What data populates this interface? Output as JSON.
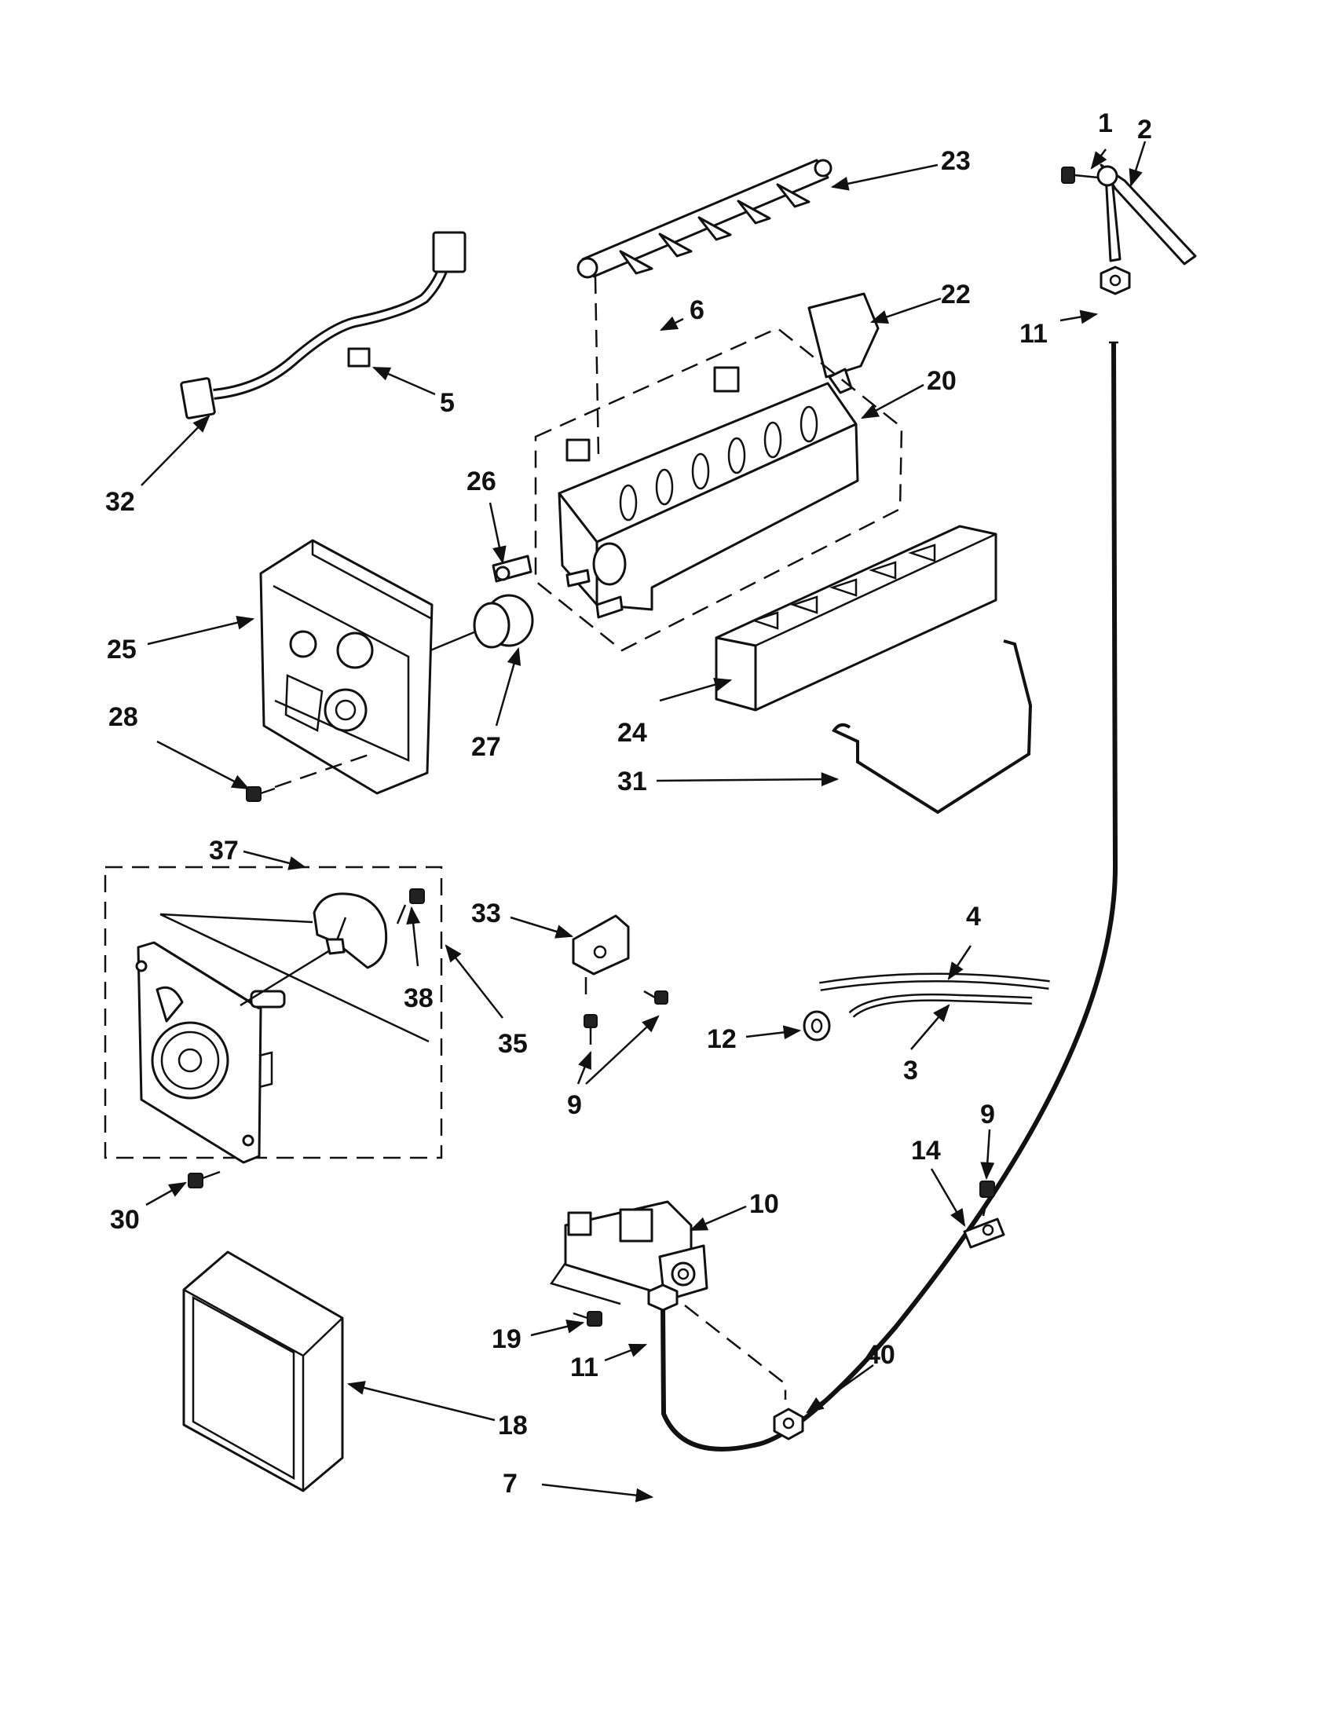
{
  "colors": {
    "ink": "#111111",
    "paper": "#ffffff"
  },
  "callouts": [
    {
      "id": "c1",
      "label": "1"
    },
    {
      "id": "c2",
      "label": "2"
    },
    {
      "id": "c23",
      "label": "23"
    },
    {
      "id": "c22",
      "label": "22"
    },
    {
      "id": "c6",
      "label": "6"
    },
    {
      "id": "c20",
      "label": "20"
    },
    {
      "id": "c11a",
      "label": "11"
    },
    {
      "id": "c5",
      "label": "5"
    },
    {
      "id": "c32",
      "label": "32"
    },
    {
      "id": "c26",
      "label": "26"
    },
    {
      "id": "c25",
      "label": "25"
    },
    {
      "id": "c27",
      "label": "27"
    },
    {
      "id": "c28",
      "label": "28"
    },
    {
      "id": "c24",
      "label": "24"
    },
    {
      "id": "c31",
      "label": "31"
    },
    {
      "id": "c37",
      "label": "37"
    },
    {
      "id": "c33",
      "label": "33"
    },
    {
      "id": "c38",
      "label": "38"
    },
    {
      "id": "c35",
      "label": "35"
    },
    {
      "id": "c4",
      "label": "4"
    },
    {
      "id": "c12",
      "label": "12"
    },
    {
      "id": "c3",
      "label": "3"
    },
    {
      "id": "c9a",
      "label": "9"
    },
    {
      "id": "c9b",
      "label": "9"
    },
    {
      "id": "c14",
      "label": "14"
    },
    {
      "id": "c30",
      "label": "30"
    },
    {
      "id": "c10",
      "label": "10"
    },
    {
      "id": "c19",
      "label": "19"
    },
    {
      "id": "c11b",
      "label": "11"
    },
    {
      "id": "c40",
      "label": "40"
    },
    {
      "id": "c18",
      "label": "18"
    },
    {
      "id": "c7",
      "label": "7"
    }
  ]
}
